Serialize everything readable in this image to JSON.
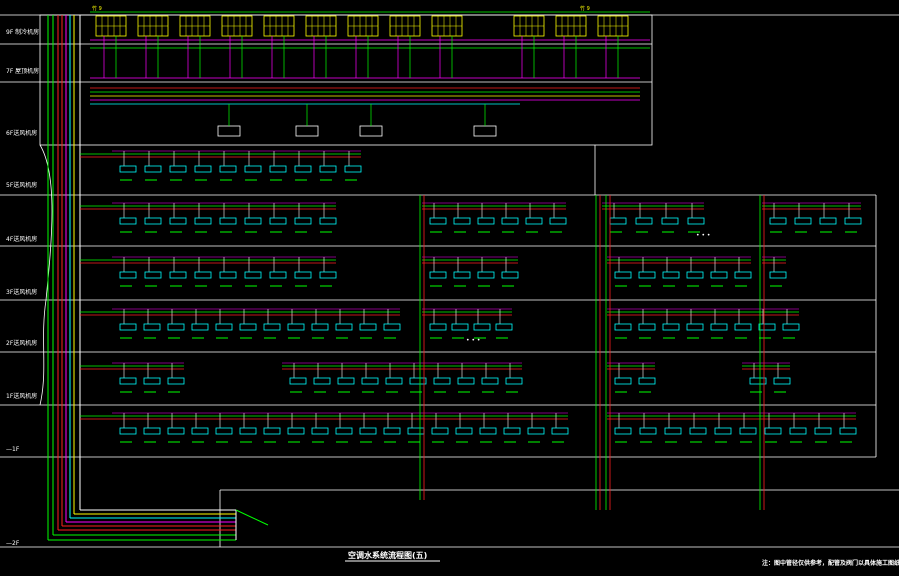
{
  "colors": {
    "background": "#000000",
    "frame": "#ffffff",
    "riser_green": "#00ff00",
    "riser_red": "#ff2020",
    "riser_magenta": "#ff00ff",
    "riser_yellow": "#ffff00",
    "riser_cyan": "#00ffff"
  },
  "levels": [
    "9F 制冷机房",
    "7F 屋顶机房",
    "6F送风机房",
    "5F送风机房",
    "4F送风机房",
    "3F送风机房",
    "2F送风机房",
    "1F送风机房",
    "—1F",
    "—2F"
  ],
  "top_markers": [
    "竹 9",
    "竹 9"
  ],
  "title": "空调水系统流程图(五)",
  "note": "注：图中管径仅供参考，配管及阀门以具体施工图纸为准",
  "ellipsis": [
    "• • •",
    "• • •"
  ]
}
